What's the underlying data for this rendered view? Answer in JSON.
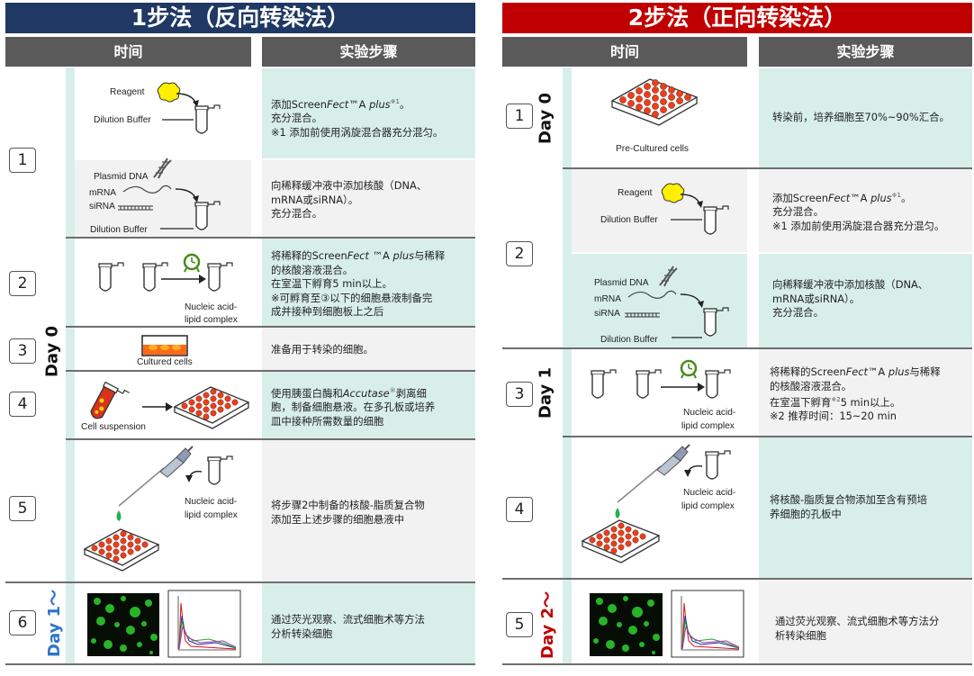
{
  "left": {
    "title": "1步法（反向转染法）",
    "col_time": "时间",
    "col_steps": "实验步骤",
    "days": {
      "day0": "Day 0",
      "day1": "Day 1～"
    },
    "steps": [
      {
        "num": "1",
        "desc_a": {
          "pre": "添加Screen",
          "it": "Fect",
          "mid": "™A ",
          "it2": "plus",
          "sup": "※1",
          "post": "。"
        },
        "desc_a2": "充分混合。",
        "desc_a3": "※1 添加前使用涡旋混合器充分混匀。",
        "desc_b": [
          "向稀释缓冲液中添加核酸（DNA、",
          "mRNA或siRNA）。",
          "充分混合。"
        ]
      },
      {
        "num": "2",
        "desc": {
          "pre": "将稀释的Screen",
          "it": "Fect",
          "mid": " ™A ",
          "it2": "plus",
          "post": "与稀释"
        },
        "desc_rest": [
          "的核酸溶液混合。",
          "在室温下孵育5 min以上。",
          "※可孵育至③以下的细胞悬液制备完",
          "成并接种到细胞板上之后"
        ]
      },
      {
        "num": "3",
        "desc": [
          "准备用于转染的细胞。"
        ]
      },
      {
        "num": "4",
        "desc": {
          "pre": "使用胰蛋白酶和",
          "it": "Accutase",
          "sup": "®",
          "post": "剥离细"
        },
        "desc_rest": [
          "胞，制备细胞悬液。在多孔板或培养",
          "皿中接种所需数量的细胞"
        ]
      },
      {
        "num": "5",
        "desc": [
          "将步骤2中制备的核酸-脂质复合物",
          "添加至上述步骤的细胞悬液中"
        ]
      },
      {
        "num": "6",
        "desc": [
          "通过荧光观察、流式细胞术等方法",
          "分析转染细胞"
        ]
      }
    ],
    "labels": {
      "reagent": "Reagent",
      "dilution_buffer": "Dilution Buffer",
      "plasmid": "Plasmid DNA",
      "mrna": "mRNA",
      "sirna": "siRNA",
      "dilution_buffer2": "Dilution Buffer",
      "complex1": "Nucleic acid-",
      "complex2": "lipid complex",
      "cultured": "Cultured cells",
      "suspension": "Cell suspension",
      "complex3": "Nucleic acid-",
      "complex4": "lipid complex"
    }
  },
  "right": {
    "title": "2步法（正向转染法）",
    "col_time": "时间",
    "col_steps": "实验步骤",
    "days": {
      "day0": "Day 0",
      "day1": "Day 1",
      "day2": "Day 2～"
    },
    "steps": [
      {
        "num": "1",
        "desc": [
          "转染前，培养细胞至70%~90%汇合。"
        ]
      },
      {
        "num": "2",
        "desc_a": {
          "pre": "添加Screen",
          "it": "Fect",
          "mid": "™A ",
          "it2": "plus",
          "sup": "※1",
          "post": "。"
        },
        "desc_a2": "充分混合。",
        "desc_a3": "※1 添加前使用涡旋混合器充分混匀。",
        "desc_b": [
          "向稀释缓冲液中添加核酸（DNA、",
          "mRNA或siRNA）。",
          "充分混合。"
        ]
      },
      {
        "num": "3",
        "desc": {
          "pre": "将稀释的Screen",
          "it": "Fect",
          "mid": "™A ",
          "it2": "plus",
          "post": "与稀释"
        },
        "desc_rest": [
          "的核酸溶液混合。"
        ],
        "desc_inc": {
          "pre": "在室温下孵育",
          "sup": "※2",
          "post": "5 min以上。"
        },
        "desc_note": "※2 推荐时间：15~20 min"
      },
      {
        "num": "4",
        "desc": [
          "将核酸-脂质复合物添加至含有预培",
          "养细胞的孔板中"
        ]
      },
      {
        "num": "5",
        "desc": [
          "通过荧光观察、流式细胞术等方法分",
          "析转染细胞"
        ]
      }
    ],
    "labels": {
      "precultured": "Pre-Cultured cells",
      "reagent": "Reagent",
      "dilution_buffer": "Dilution Buffer",
      "plasmid": "Plasmid DNA",
      "mrna": "mRNA",
      "sirna": "siRNA",
      "dilution_buffer2": "Dilution Buffer",
      "complex1": "Nucleic acid-",
      "complex2": "lipid complex",
      "complex3": "Nucleic acid-",
      "complex4": "lipid complex"
    }
  },
  "colors": {
    "left_title_bg": "#1f3864",
    "right_title_bg": "#c00000",
    "header_bg": "#5a5a5a",
    "mint": "#d8efe9",
    "grey": "#f2f2f2",
    "yellow_tube": "#ffef00",
    "blue_tube": "#7f7fe8",
    "green_tube": "#22b14c",
    "cell_red": "#e8401e",
    "day1_blue": "#2e75c7",
    "day2_red": "#c00000"
  }
}
